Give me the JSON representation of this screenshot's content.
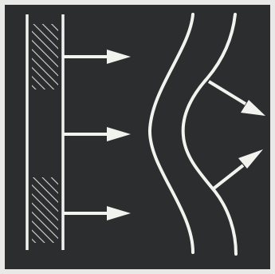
{
  "diagram": {
    "background_color": "#2c2d2f",
    "frame_color": "#e9e9e7",
    "stroke_color": "#f2f2ee",
    "hatch_color": "#d9d9d5",
    "elements": [
      "wall-line",
      "slit-screen",
      "upper-hatched-block",
      "lower-hatched-block",
      "upper-plane-wave-arrow",
      "middle-plane-wave-arrow",
      "lower-plane-wave-arrow",
      "first-curved-wavefront",
      "second-curved-wavefront",
      "upper-diverging-arrow",
      "lower-diverging-arrow"
    ]
  }
}
